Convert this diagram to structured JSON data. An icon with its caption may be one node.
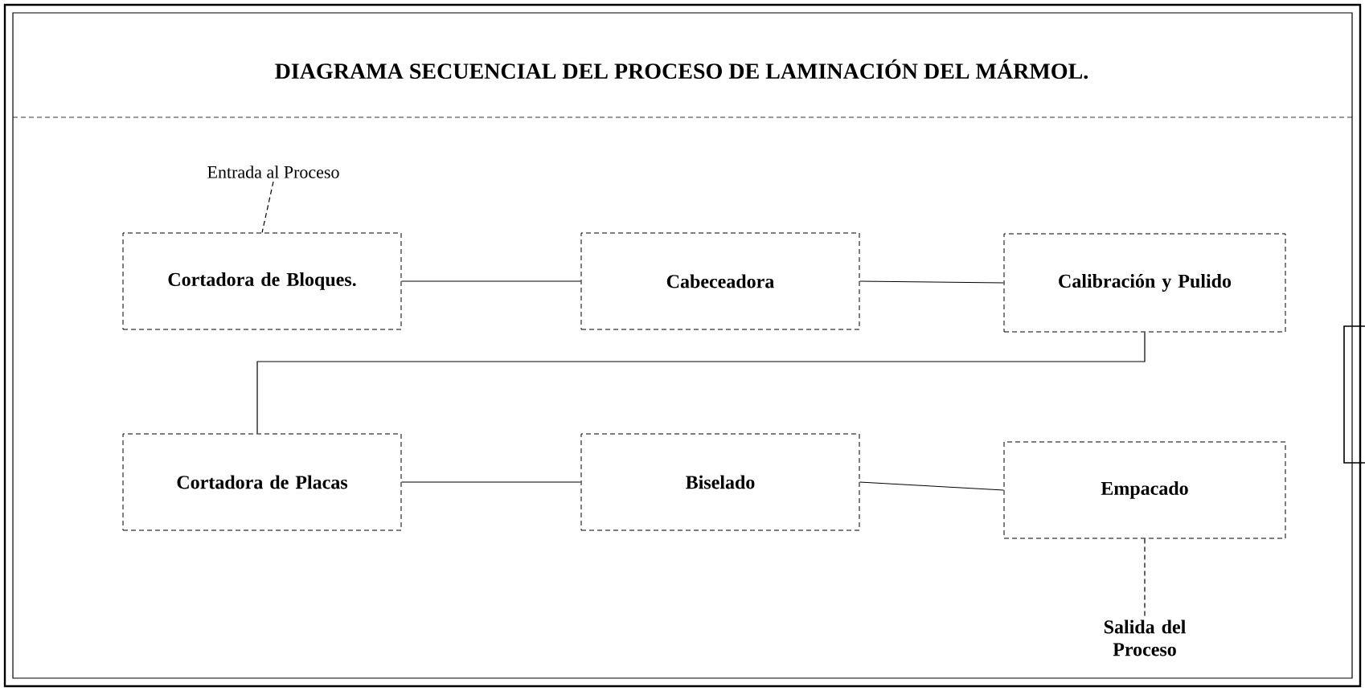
{
  "diagram": {
    "title": "DIAGRAMA SECUENCIAL DEL PROCESO DE LAMINACIÓN DEL MÁRMOL.",
    "nodes": [
      {
        "text": [
          "Entrada al Proceso"
        ]
      },
      {
        "text": [
          "Cortadora de Bloques."
        ]
      },
      {
        "text": [
          "Cabeceadora"
        ]
      },
      {
        "text": [
          "Calibración y Pulido"
        ]
      },
      {
        "text": [
          "Cortadora de Placas"
        ]
      },
      {
        "text": [
          "Biselado"
        ]
      },
      {
        "text": [
          "Empacado"
        ]
      },
      {
        "text": [
          "Salida del Proceso"
        ]
      }
    ],
    "edges": [
      {
        "from": 0,
        "to": 1,
        "arrow": "none",
        "style": "dashed"
      },
      {
        "from": 1,
        "to": 2,
        "arrow": "none"
      },
      {
        "from": 2,
        "to": 3,
        "arrow": "none"
      },
      {
        "from": 3,
        "to": 4,
        "arrow": "none"
      },
      {
        "from": 4,
        "to": 5,
        "arrow": "none"
      },
      {
        "from": 5,
        "to": 6,
        "arrow": "none"
      },
      {
        "from": 6,
        "to": 7,
        "arrow": "none",
        "style": "dashed"
      }
    ]
  }
}
